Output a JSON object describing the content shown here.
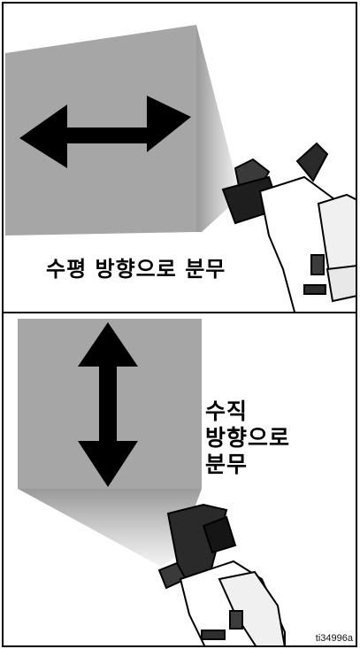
{
  "panels": [
    {
      "id": "horizontal",
      "caption": "수평 방향으로 분무",
      "arrow": "left-right-double-arrow",
      "colors": {
        "spray": "#a6a6a6",
        "arrow": "#000000"
      }
    },
    {
      "id": "vertical",
      "caption": "수직\n방향으로\n분무",
      "arrow": "up-down-double-arrow",
      "colors": {
        "spray": "#a6a6a6",
        "arrow": "#000000"
      }
    }
  ],
  "figure_id": "ti34996a"
}
